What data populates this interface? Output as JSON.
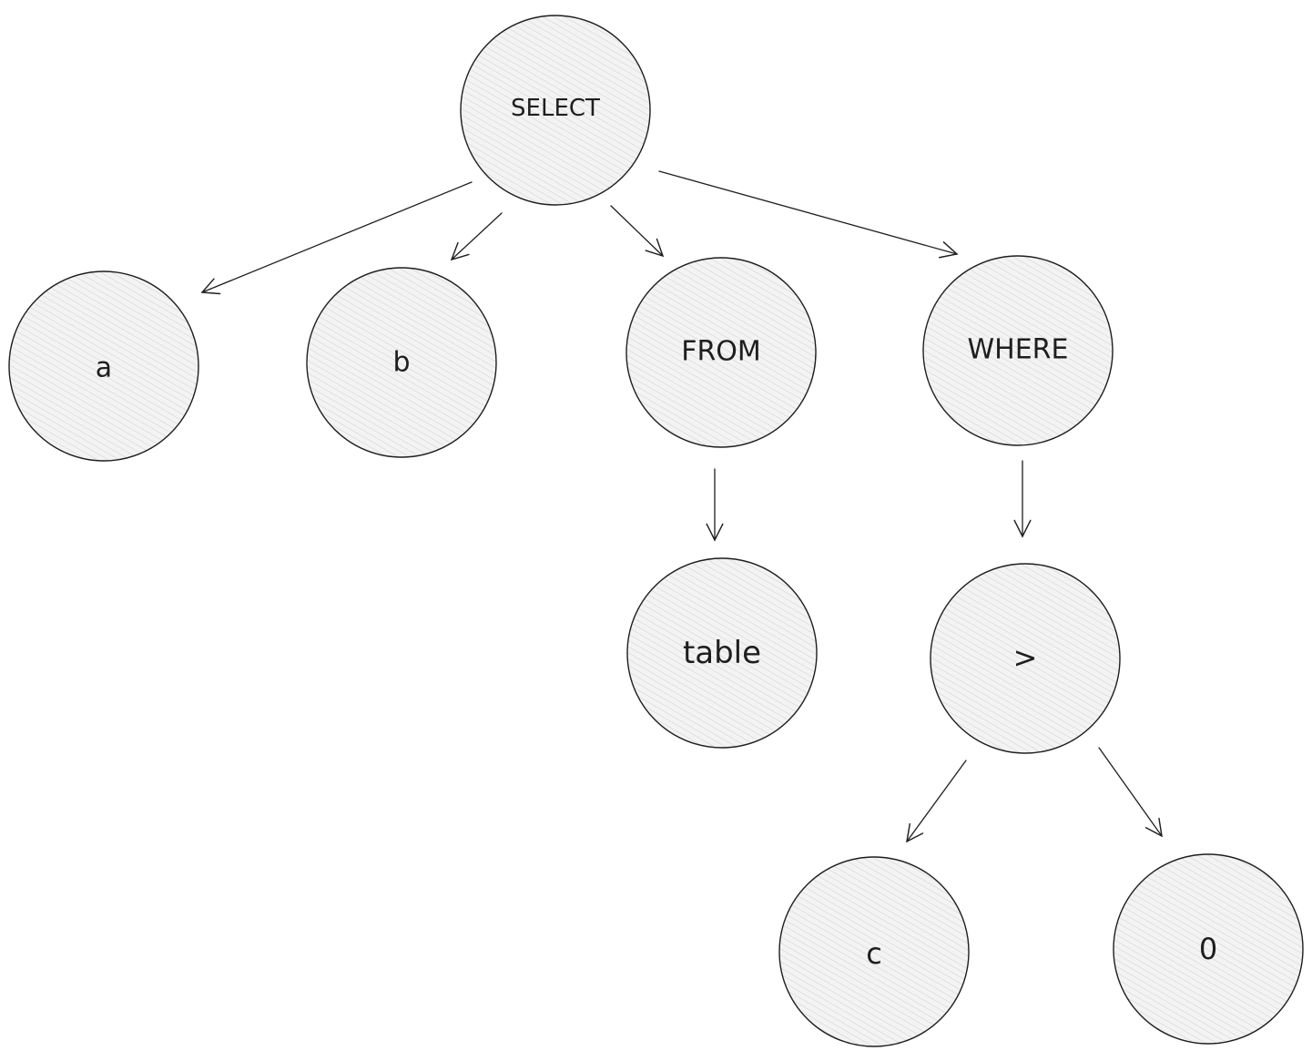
{
  "diagram": {
    "nodes": {
      "select": "SELECT",
      "a": "a",
      "b": "b",
      "from": "FROM",
      "where": "WHERE",
      "table": "table",
      "gt": ">",
      "c": "c",
      "zero": "0"
    },
    "edges": [
      [
        "select",
        "a"
      ],
      [
        "select",
        "b"
      ],
      [
        "select",
        "from"
      ],
      [
        "select",
        "where"
      ],
      [
        "from",
        "table"
      ],
      [
        "where",
        "gt"
      ],
      [
        "gt",
        "c"
      ],
      [
        "gt",
        "zero"
      ]
    ],
    "colors": {
      "node_fill": "#f2f2f2",
      "hatch": "#c8c8c8",
      "stroke": "#1e1e1e",
      "background": "#ffffff"
    }
  }
}
